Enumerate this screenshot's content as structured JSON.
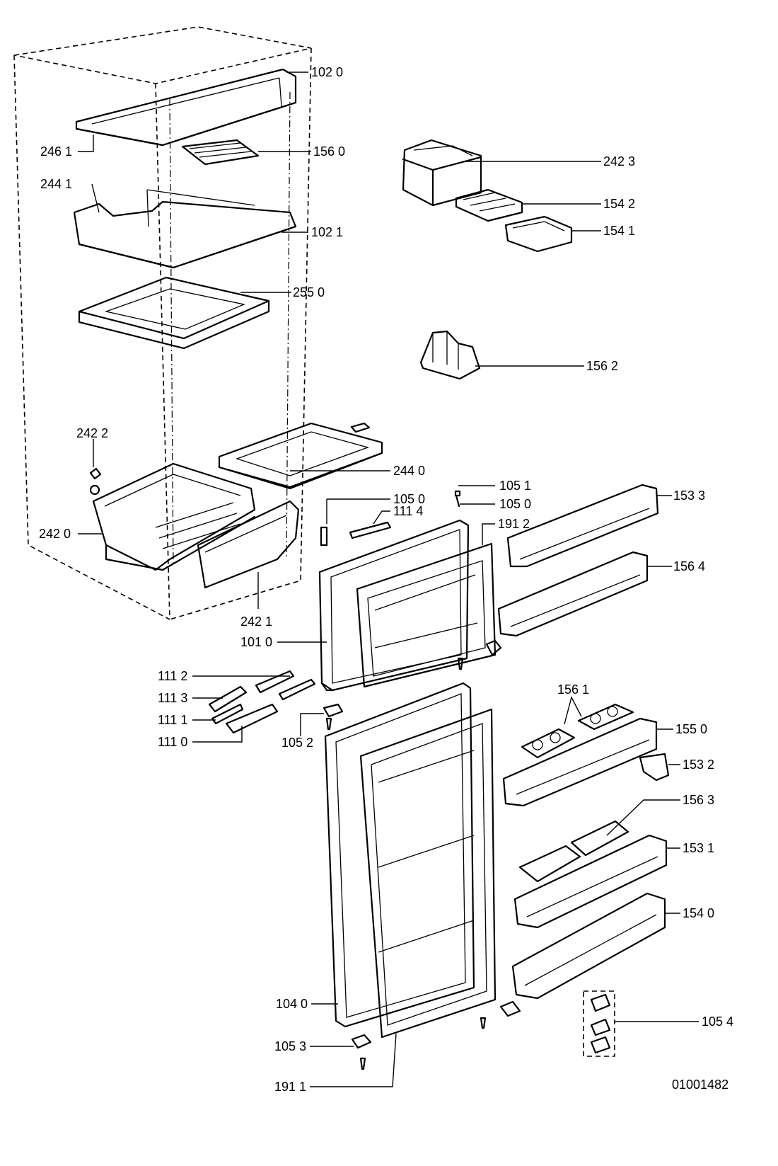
{
  "document_number": "01001482",
  "callouts": [
    {
      "id": "c1020",
      "label": "102 0"
    },
    {
      "id": "c2461",
      "label": "246 1"
    },
    {
      "id": "c1560",
      "label": "156 0"
    },
    {
      "id": "c2441",
      "label": "244 1"
    },
    {
      "id": "c1021",
      "label": "102 1"
    },
    {
      "id": "c2550",
      "label": "255 0"
    },
    {
      "id": "c2423",
      "label": "242 3"
    },
    {
      "id": "c1542",
      "label": "154 2"
    },
    {
      "id": "c1541",
      "label": "154 1"
    },
    {
      "id": "c1562",
      "label": "156 2"
    },
    {
      "id": "c2422",
      "label": "242 2"
    },
    {
      "id": "c2440",
      "label": "244 0"
    },
    {
      "id": "c1051",
      "label": "105 1"
    },
    {
      "id": "c1050a",
      "label": "105 0"
    },
    {
      "id": "c1050b",
      "label": "105 0"
    },
    {
      "id": "c1533",
      "label": "153 3"
    },
    {
      "id": "c1114",
      "label": "111 4"
    },
    {
      "id": "c1912",
      "label": "191 2"
    },
    {
      "id": "c2420",
      "label": "242 0"
    },
    {
      "id": "c1564",
      "label": "156 4"
    },
    {
      "id": "c2421",
      "label": "242 1"
    },
    {
      "id": "c1010",
      "label": "101 0"
    },
    {
      "id": "c1112",
      "label": "111 2"
    },
    {
      "id": "c1113",
      "label": "111 3"
    },
    {
      "id": "c1111",
      "label": "111 1"
    },
    {
      "id": "c1110",
      "label": "111 0"
    },
    {
      "id": "c1052",
      "label": "105 2"
    },
    {
      "id": "c1561",
      "label": "156 1"
    },
    {
      "id": "c1550",
      "label": "155 0"
    },
    {
      "id": "c1532",
      "label": "153 2"
    },
    {
      "id": "c1563",
      "label": "156 3"
    },
    {
      "id": "c1531",
      "label": "153 1"
    },
    {
      "id": "c1540",
      "label": "154 0"
    },
    {
      "id": "c1040",
      "label": "104 0"
    },
    {
      "id": "c1054",
      "label": "105 4"
    },
    {
      "id": "c1053",
      "label": "105 3"
    },
    {
      "id": "c1911",
      "label": "191 1"
    }
  ]
}
